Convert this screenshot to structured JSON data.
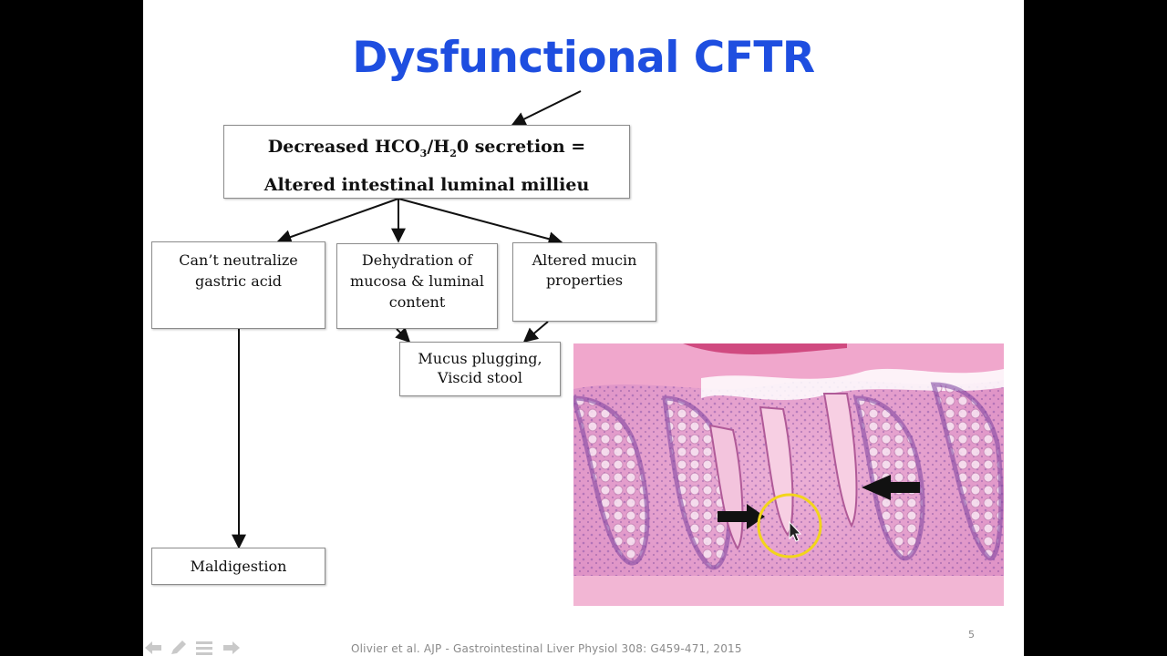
{
  "slide": {
    "title": "Dysfunctional CFTR",
    "title_color": "#1e4ee0",
    "main_box": {
      "line1_a": "Decreased HCO",
      "line1_sub1": "3",
      "line1_b": "/H",
      "line1_sub2": "2",
      "line1_c": "0 secretion =",
      "line2": "Altered intestinal luminal millieu"
    },
    "boxes": {
      "neutralize": "Can’t neutralize gastric acid",
      "dehydration": "Dehydration of mucosa & luminal content",
      "mucin": "Altered mucin properties",
      "mucus": "Mucus plugging, Viscid stool",
      "maldigestion": "Maldigestion"
    },
    "citation": "Olivier et al. AJP - Gastrointestinal Liver Physiol 308: G459-471, 2015",
    "page_number": "5",
    "image_icon": "histology-micrograph",
    "colors": {
      "histology_pink": "#e9a3cf",
      "cursor_highlight": "#f2d51b"
    }
  },
  "nav": {
    "icons": [
      "back-arrow-icon",
      "pen-icon",
      "menu-icon",
      "forward-arrow-icon"
    ]
  }
}
